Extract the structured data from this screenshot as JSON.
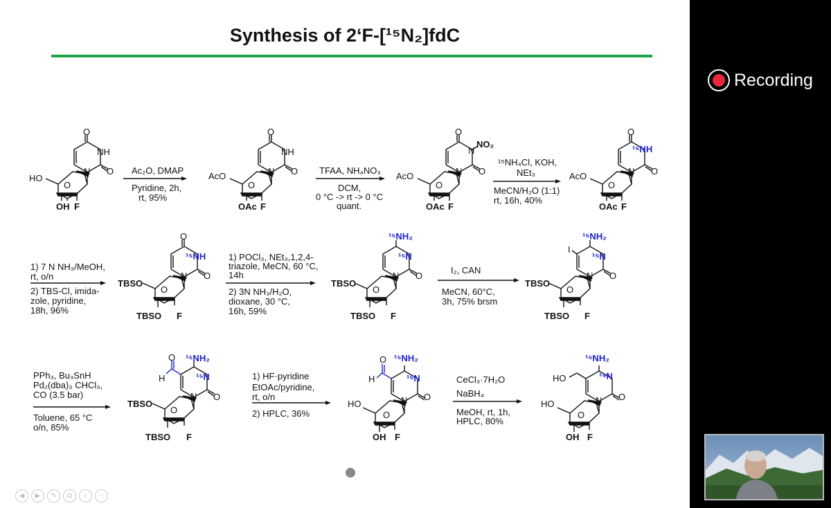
{
  "slide": {
    "title": "Synthesis of 2‘F-[¹⁵N₂]fdC"
  },
  "atoms": {
    "O": "O",
    "N": "N",
    "NH": "NH",
    "HO": "HO",
    "OH": "OH",
    "F": "F",
    "H": "H",
    "I": "I",
    "AcO": "AcO",
    "OAc": "OAc",
    "TBSO": "TBSO",
    "TBS": "TBSO",
    "NO2": "NO₂",
    "N15": "¹⁵N",
    "NH15": "¹⁵NH",
    "NH2_15": "¹⁵NH₂"
  },
  "conditions": {
    "step1": {
      "above": "Ac₂O, DMAP",
      "below1": "Pyridine, 2h,",
      "below2": "rt, 95%"
    },
    "step2": {
      "above": "TFAA, NH₄NO₃",
      "below1": "DCM,",
      "below2": "0 °C -> rt -> 0 °C",
      "below3": "quant."
    },
    "step3": {
      "above1": "¹⁵NH₄Cl, KOH,",
      "above2": "NEt₃",
      "below1": "MeCN/H₂O (1:1)",
      "below2": "rt, 16h, 40%"
    },
    "step4": {
      "above1": "1) 7 N NH₃/MeOH,",
      "above2": "rt, o/n",
      "below1": "2) TBS-Cl, imida-",
      "below2": "zole, pyridine,",
      "below3": "18h, 96%"
    },
    "step5": {
      "above1": "1) POCl₃, NEt₃,1,2,4-",
      "above2": "triazole, MeCN, 60 °C,",
      "above3": "14h",
      "below1": "2) 3N NH₃/H₂O,",
      "below2": "dioxane, 30 °C,",
      "below3": "16h, 59%"
    },
    "step6": {
      "above": "I₂, CAN",
      "below1": "MeCN, 60°C,",
      "below2": "3h, 75% brsm"
    },
    "step7": {
      "above1": "PPh₃, Bu₃SnH",
      "above2": "Pd₂(dba)₃ CHCl₃,",
      "above3": "CO (3.5 bar)",
      "below1": "Toluene, 65 °C",
      "below2": "o/n, 85%"
    },
    "step8": {
      "above1": "1) HF·pyridine",
      "above2": "EtOAc/pyridine,",
      "above3": "rt, o/n",
      "below1": "2) HPLC, 36%"
    },
    "step9": {
      "above1": "CeCl₃·7H₂O",
      "above2": "NaBH₄",
      "below1": "MeOH, rt, 1h,",
      "below2": "HPLC, 80%"
    }
  },
  "overlay": {
    "recording_label": "Recording",
    "recording_color": "#e8283a",
    "nav_icons": [
      "arrow-left-icon",
      "arrow-right-icon",
      "pen-icon",
      "copy-icon",
      "zoom-icon",
      "more-icon"
    ],
    "nav_glyphs": [
      "◀",
      "▶",
      "✎",
      "⧉",
      "⌕",
      "⋯"
    ]
  },
  "colors": {
    "accent_rule": "#21a34a",
    "isotope_label": "#1b22c8",
    "aldehyde": "#1b22c8"
  }
}
